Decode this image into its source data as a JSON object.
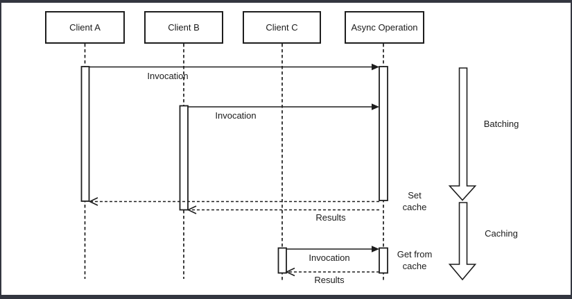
{
  "diagram": {
    "title_hint": "sequence-diagram-batching-and-caching",
    "actors": [
      {
        "label": "Client A"
      },
      {
        "label": "Client B"
      },
      {
        "label": "Client C"
      },
      {
        "label": "Async Operation"
      }
    ],
    "messages": [
      {
        "from": "Client A",
        "to": "Async Operation",
        "label": "Invocation",
        "style": "solid"
      },
      {
        "from": "Client B",
        "to": "Async Operation",
        "label": "Invocation",
        "style": "solid"
      },
      {
        "from": "Async Operation",
        "to": "Client A",
        "label": "",
        "style": "dashed"
      },
      {
        "from": "Async Operation",
        "to": "Client B",
        "label": "Results",
        "style": "dashed"
      },
      {
        "from": "Client C",
        "to": "Async Operation",
        "label": "Invocation",
        "style": "solid"
      },
      {
        "from": "Async Operation",
        "to": "Client C",
        "label": "Results",
        "style": "dashed"
      }
    ],
    "notes": {
      "set_cache": "Set\ncache",
      "get_from_cache": "Get from\ncache"
    },
    "phases": [
      {
        "label": "Batching"
      },
      {
        "label": "Caching"
      }
    ],
    "colors": {
      "line": "#1d1d1d",
      "background": "#ffffff",
      "frame": "#333640"
    }
  }
}
